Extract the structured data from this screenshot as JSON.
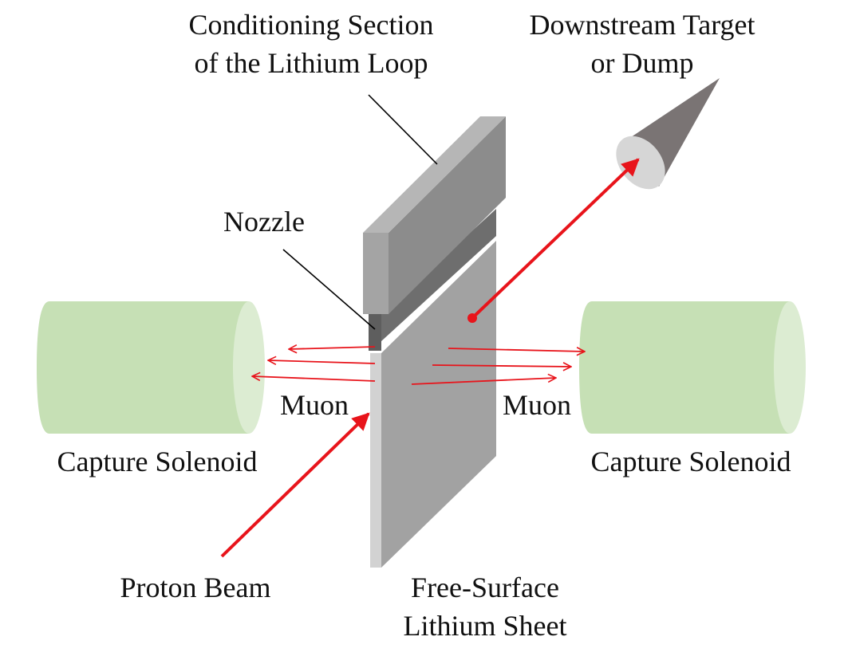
{
  "labels": {
    "conditioning_line1": "Conditioning Section",
    "conditioning_line2": "of the Lithium Loop",
    "downstream_line1": "Downstream Target",
    "downstream_line2": "or Dump",
    "nozzle": "Nozzle",
    "muon_left": "Muon",
    "muon_right": "Muon",
    "capture_left": "Capture Solenoid",
    "capture_right": "Capture Solenoid",
    "proton_beam": "Proton Beam",
    "sheet_line1": "Free-Surface",
    "sheet_line2": "Lithium Sheet"
  },
  "colors": {
    "beam": "#e8141b",
    "solenoid_body": "#c6e0b5",
    "solenoid_face": "#dcecd2",
    "sheet_front": "#a2a2a2",
    "sheet_edge": "#d2d2d2",
    "block_top": "#b0b0b0",
    "block_front": "#8c8c8c",
    "block_dark": "#6e6e6e",
    "cone_body": "#7a7474",
    "cone_face": "#d6d6d6",
    "leader": "#000000"
  }
}
